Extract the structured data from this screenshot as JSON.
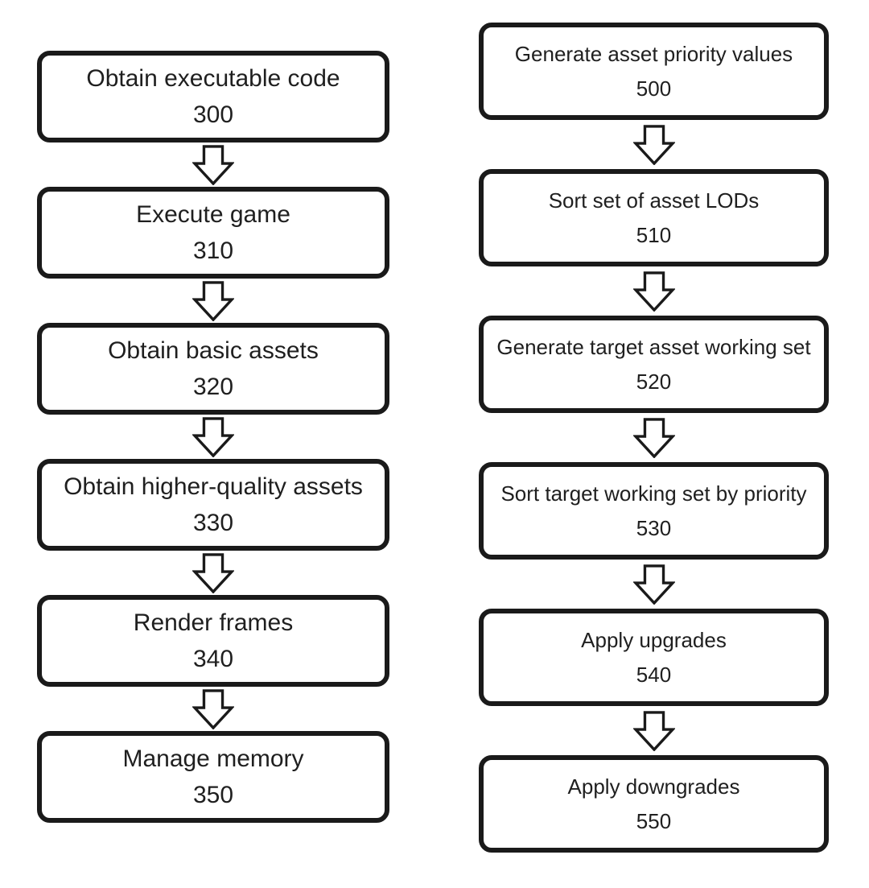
{
  "figure_type": "flowchart",
  "colors": {
    "line": "#1a1a1a",
    "text": "#1f1f1f",
    "background": "#ffffff"
  },
  "left_column": {
    "steps": [
      {
        "label": "Obtain executable code",
        "number": "300"
      },
      {
        "label": "Execute game",
        "number": "310"
      },
      {
        "label": "Obtain basic assets",
        "number": "320"
      },
      {
        "label": "Obtain higher-quality assets",
        "number": "330"
      },
      {
        "label": "Render frames",
        "number": "340"
      },
      {
        "label": "Manage memory",
        "number": "350"
      }
    ]
  },
  "right_column": {
    "steps": [
      {
        "label": "Generate asset priority values",
        "number": "500"
      },
      {
        "label": "Sort set of asset LODs",
        "number": "510"
      },
      {
        "label": "Generate target asset working set",
        "number": "520"
      },
      {
        "label": "Sort target working set by priority",
        "number": "530"
      },
      {
        "label": "Apply upgrades",
        "number": "540"
      },
      {
        "label": "Apply downgrades",
        "number": "550"
      }
    ]
  }
}
